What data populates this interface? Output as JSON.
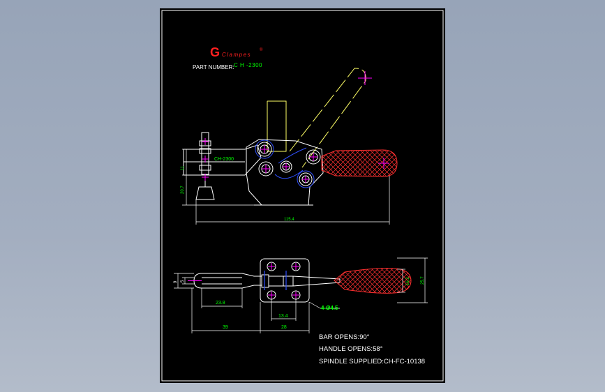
{
  "logo": {
    "letter": "G",
    "text": "Clampes",
    "reg": "®"
  },
  "part_number": {
    "label": "PART NUMBER:",
    "value": "C H -2300"
  },
  "side_view": {
    "body_label": "CH-2300",
    "dim_11": "11",
    "dim_20_7": "20.7",
    "dim_115_4": "115.4"
  },
  "top_view": {
    "dim_9": "9",
    "dim_5": "5",
    "dim_23_8": "23.8",
    "dim_16_2": "16.2",
    "dim_25_7": "25.7",
    "dim_13_4": "13.4",
    "hole_callout": "4-Ø4.5",
    "dim_39": "39",
    "dim_28": "28"
  },
  "notes": [
    "BAR OPENS:90°",
    "HANDLE OPENS:58°",
    "SPINDLE SUPPLIED:CH-FC-10138"
  ],
  "colors": {
    "background": "#000000",
    "frame": "#ffffff",
    "outline": "#ffffff",
    "dimension": "#00ff00",
    "center_mark": "#ff00ff",
    "handle": "#ff2020",
    "swing": "#ffff66",
    "blue": "#3050ff",
    "logo": "#ff2020"
  }
}
